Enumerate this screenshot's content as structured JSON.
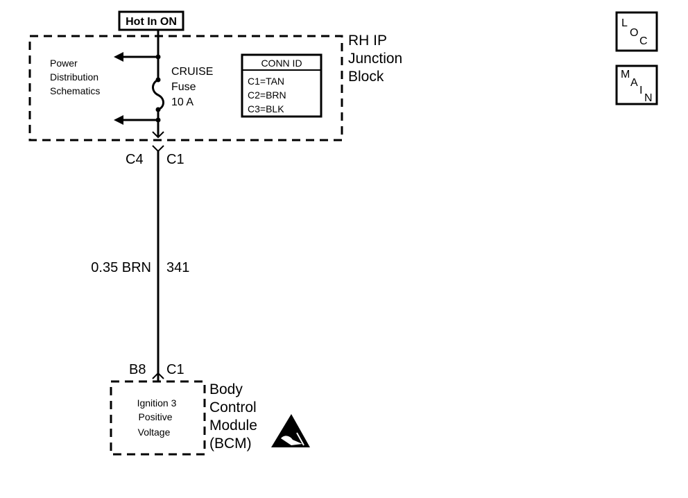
{
  "power_label": "Hot In ON",
  "junction_block": {
    "name": [
      "RH IP",
      "Junction",
      "Block"
    ],
    "power_distribution": [
      "Power",
      "Distribution",
      "Schematics"
    ],
    "fuse_label": [
      "CRUISE",
      "Fuse",
      "10 A"
    ]
  },
  "conn_id": {
    "title": "CONN ID",
    "rows": [
      "C1=TAN",
      "C2=BRN",
      "C3=BLK"
    ]
  },
  "upper_connector": {
    "pin": "C4",
    "connector": "C1"
  },
  "wire": {
    "gauge_color": "0.35 BRN",
    "circuit": "341"
  },
  "lower_connector": {
    "pin": "B8",
    "connector": "C1"
  },
  "bcm": {
    "name": [
      "Body",
      "Control",
      "Module",
      "(BCM)"
    ],
    "input": [
      "Ignition 3",
      "Positive",
      "Voltage"
    ]
  },
  "nav_buttons": [
    {
      "letters": [
        "L",
        "O",
        "C"
      ]
    },
    {
      "letters": [
        "M",
        "A",
        "I",
        "N"
      ]
    }
  ],
  "esd_symbol": "esd-warning-icon"
}
